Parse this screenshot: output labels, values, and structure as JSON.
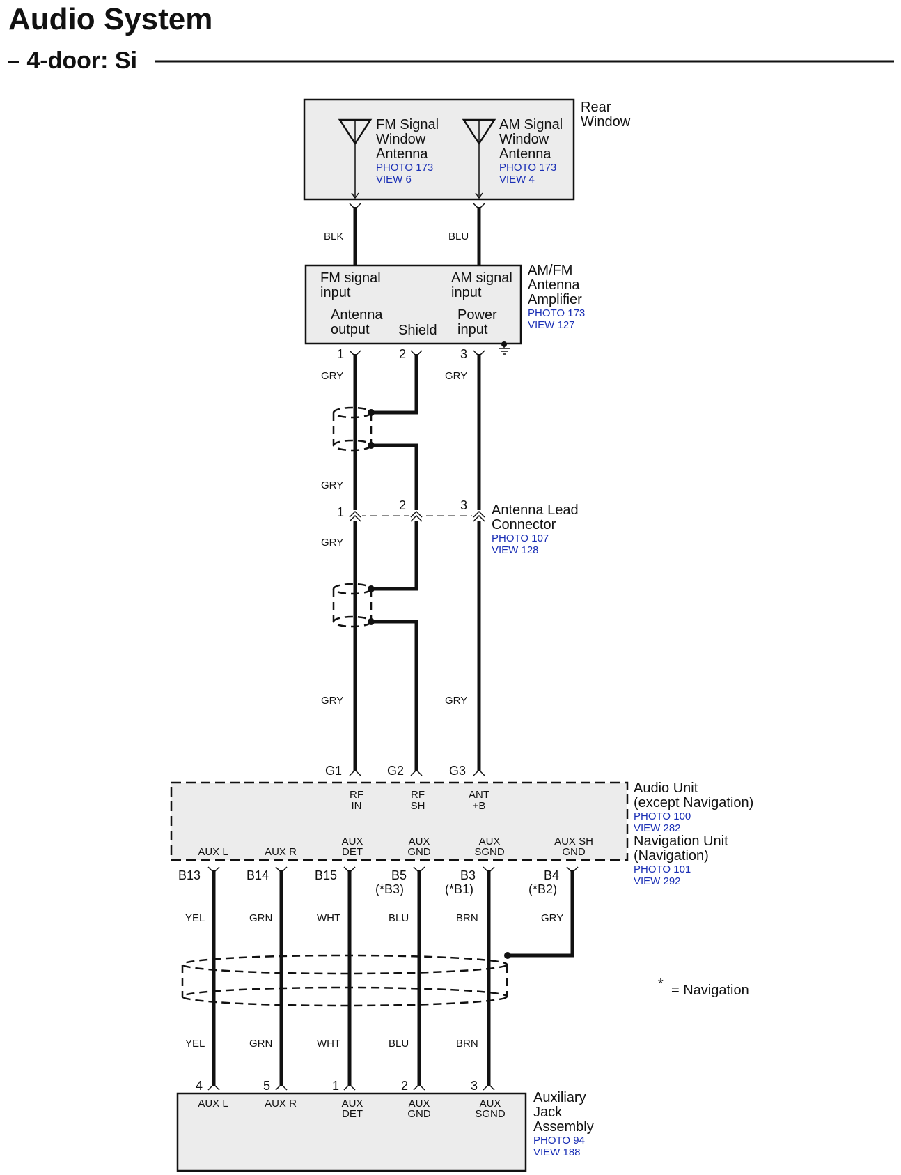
{
  "header": {
    "title": "Audio System",
    "subtitle": "– 4-door: Si"
  },
  "rear_window": {
    "label_line1": "Rear",
    "label_line2": "Window",
    "fm_antenna": {
      "l1": "FM Signal",
      "l2": "Window",
      "l3": "Antenna",
      "photo": "PHOTO 173",
      "view": "VIEW 6"
    },
    "am_antenna": {
      "l1": "AM Signal",
      "l2": "Window",
      "l3": "Antenna",
      "photo": "PHOTO 173",
      "view": "VIEW 4"
    }
  },
  "wires_top": {
    "left": "BLK",
    "right": "BLU"
  },
  "amplifier": {
    "name_l1": "AM/FM",
    "name_l2": "Antenna",
    "name_l3": "Amplifier",
    "photo": "PHOTO 173",
    "view": "VIEW 127",
    "fm_in_l1": "FM signal",
    "fm_in_l2": "input",
    "am_in_l1": "AM signal",
    "am_in_l2": "input",
    "ant_out_l1": "Antenna",
    "ant_out_l2": "output",
    "shield": "Shield",
    "pwr_l1": "Power",
    "pwr_l2": "input",
    "pins": [
      "1",
      "2",
      "3"
    ]
  },
  "gry_labels": [
    "GRY",
    "GRY",
    "GRY",
    "GRY",
    "GRY",
    "GRY"
  ],
  "lead_connector": {
    "name_l1": "Antenna Lead",
    "name_l2": "Connector",
    "photo": "PHOTO 107",
    "view": "VIEW 128",
    "pins": [
      "1",
      "2",
      "3"
    ]
  },
  "audio_unit": {
    "pins_top": [
      "G1",
      "G2",
      "G3"
    ],
    "terms_top": [
      {
        "l1": "RF",
        "l2": "IN"
      },
      {
        "l1": "RF",
        "l2": "SH"
      },
      {
        "l1": "ANT",
        "l2": "+B"
      }
    ],
    "terms_bottom": [
      {
        "l1": "AUX L",
        "l2": ""
      },
      {
        "l1": "AUX R",
        "l2": ""
      },
      {
        "l1": "AUX",
        "l2": "DET"
      },
      {
        "l1": "AUX",
        "l2": "GND"
      },
      {
        "l1": "AUX",
        "l2": "SGND"
      },
      {
        "l1": "AUX SH",
        "l2": "GND"
      }
    ],
    "name1_l1": "Audio Unit",
    "name1_l2": "(except Navigation)",
    "photo1": "PHOTO 100",
    "view1": "VIEW 282",
    "name2_l1": "Navigation Unit",
    "name2_l2": "(Navigation)",
    "photo2": "PHOTO 101",
    "view2": "VIEW 292"
  },
  "bottom_pins": [
    {
      "pin": "B13",
      "alt": "",
      "wire": "YEL"
    },
    {
      "pin": "B14",
      "alt": "",
      "wire": "GRN"
    },
    {
      "pin": "B15",
      "alt": "",
      "wire": "WHT"
    },
    {
      "pin": "B5",
      "alt": "(*B3)",
      "wire": "BLU"
    },
    {
      "pin": "B3",
      "alt": "(*B1)",
      "wire": "BRN"
    },
    {
      "pin": "B4",
      "alt": "(*B2)",
      "wire": "GRY"
    }
  ],
  "lower_wires": [
    "YEL",
    "GRN",
    "WHT",
    "BLU",
    "BRN"
  ],
  "note": {
    "star": "*",
    "text": "=  Navigation"
  },
  "aux_jack": {
    "pins": [
      "4",
      "5",
      "1",
      "2",
      "3"
    ],
    "terms": [
      {
        "l1": "AUX L",
        "l2": ""
      },
      {
        "l1": "AUX R",
        "l2": ""
      },
      {
        "l1": "AUX",
        "l2": "DET"
      },
      {
        "l1": "AUX",
        "l2": "GND"
      },
      {
        "l1": "AUX",
        "l2": "SGND"
      }
    ],
    "name_l1": "Auxiliary",
    "name_l2": "Jack",
    "name_l3": "Assembly",
    "photo": "PHOTO 94",
    "view": "VIEW 188"
  }
}
